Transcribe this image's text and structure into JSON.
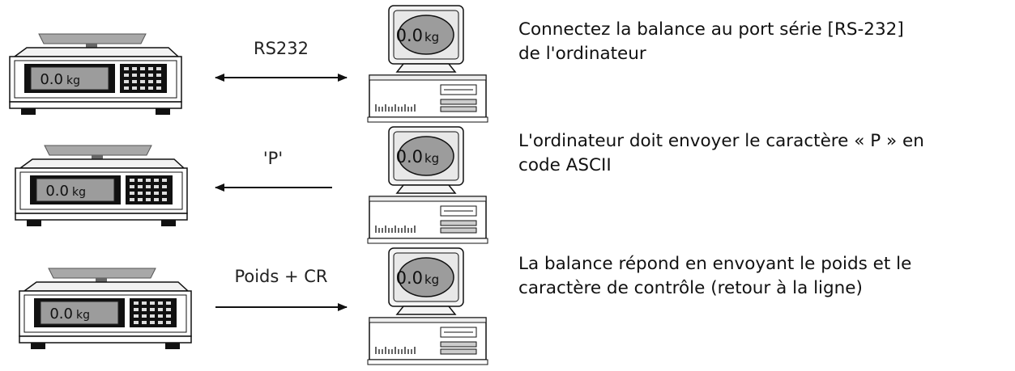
{
  "steps": [
    {
      "arrow_label": "RS232",
      "arrow_direction": "both",
      "description_line1": "Connectez la balance au port série [RS-232]",
      "description_line2": "de l'ordinateur"
    },
    {
      "arrow_label": "'P'",
      "arrow_direction": "left",
      "description_line1": "L'ordinateur doit envoyer le caractère « P » en",
      "description_line2": "code ASCII"
    },
    {
      "arrow_label": "Poids + CR",
      "arrow_direction": "right",
      "description_line1": "La balance répond en envoyant le poids et le",
      "description_line2": "caractère de contrôle (retour à la ligne)"
    }
  ],
  "scale_display": {
    "value": "0.0",
    "unit": "kg"
  },
  "monitor_display": {
    "value": "0.0",
    "unit": "kg"
  },
  "icons": {
    "scale": "weighing-scale-icon",
    "computer": "desktop-computer-icon",
    "arrow": "arrow-icon"
  },
  "colors": {
    "line": "#111111",
    "display_fill": "#9c9c9c",
    "platter": "#a8a8a8"
  }
}
